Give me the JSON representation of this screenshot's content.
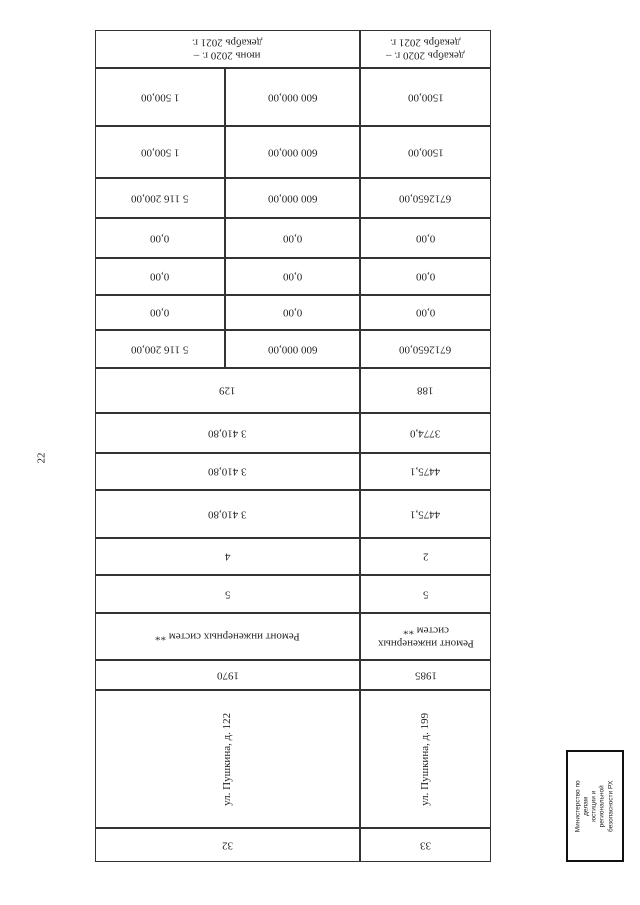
{
  "page_number": "22",
  "periods": {
    "col_a": "июнь 2020 г. –\nдекабрь 2021 г.",
    "col_b": "декабрь 2020 г. –\nдекабрь 2021 г."
  },
  "money_rows": [
    {
      "a1": "1 500,00",
      "a2": "600 000,00",
      "b": "1500,00"
    },
    {
      "a1": "1 500,00",
      "a2": "600 000,00",
      "b": "1500,00"
    },
    {
      "a1": "5 116 200,00",
      "a2": "600 000,00",
      "b": "6712650,00"
    },
    {
      "a1": "0,00",
      "a2": "0,00",
      "b": "0,00"
    },
    {
      "a1": "0,00",
      "a2": "0,00",
      "b": "0,00"
    },
    {
      "a1": "0,00",
      "a2": "0,00",
      "b": "0,00"
    },
    {
      "a1": "5 116 200,00",
      "a2": "600 000,00",
      "b": "6712650,00"
    }
  ],
  "detail_rows": [
    {
      "a": "129",
      "b": "188"
    },
    {
      "a": "3 410,80",
      "b": "3774,0"
    },
    {
      "a": "3 410,80",
      "b": "4475,1"
    },
    {
      "a": "3 410,80",
      "b": "4475,1"
    },
    {
      "a": "4",
      "b": "2"
    },
    {
      "a": "5",
      "b": "5"
    },
    {
      "a": "Ремонт инженерных систем **",
      "b": "Ремонт инженерных\nсистем **"
    },
    {
      "a": "1970",
      "b": "1985"
    }
  ],
  "addresses": {
    "a": "ул. Пушкина, д. 122",
    "b": "ул. Пушкина, д. 199"
  },
  "row_numbers": {
    "a": "32",
    "b": "33"
  },
  "stamp": {
    "text": "Министерство по делам\nюстиции и региональной\nбезопасности РХ"
  }
}
